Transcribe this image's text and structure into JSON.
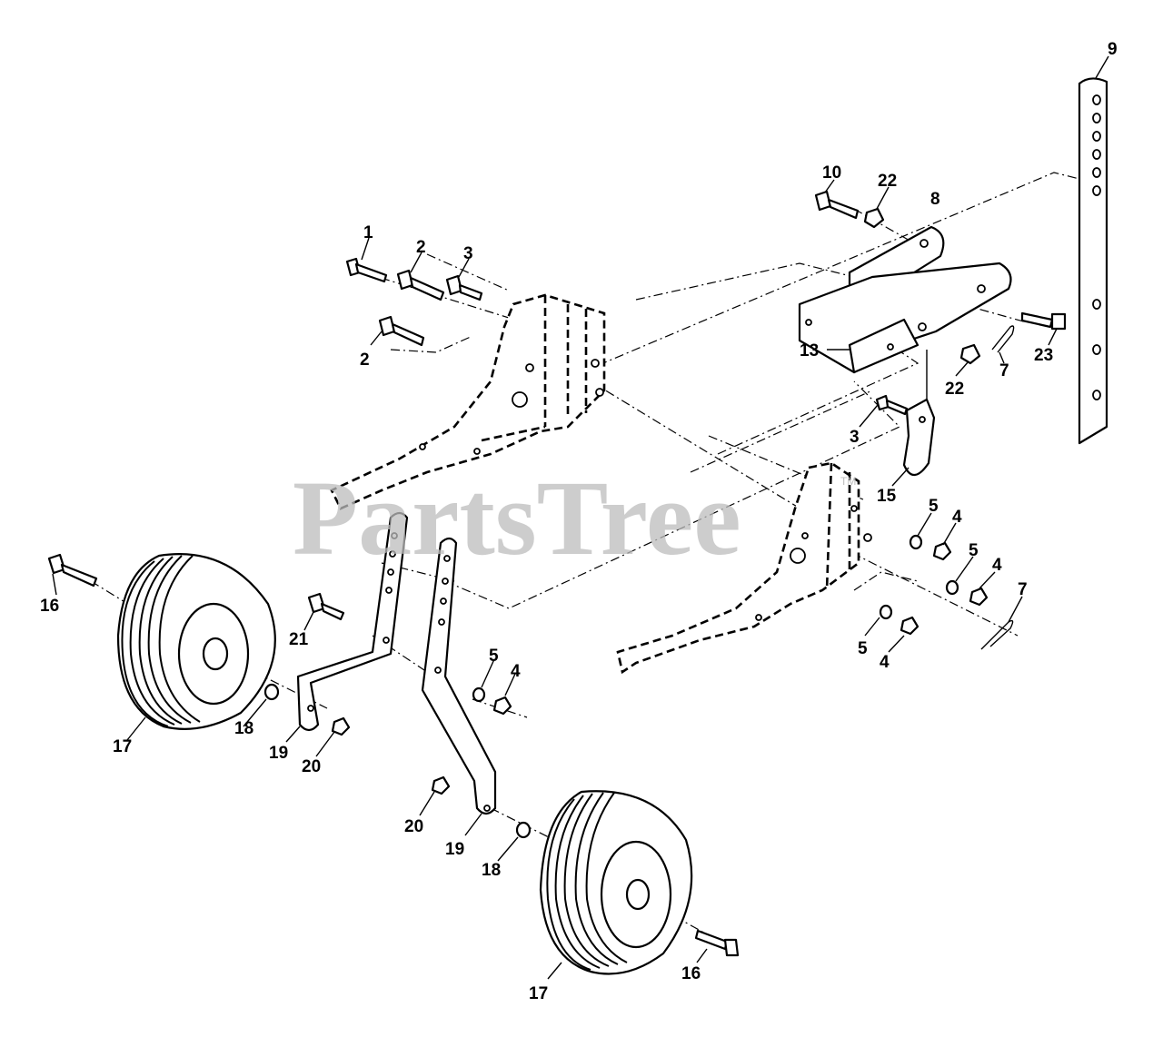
{
  "watermark": {
    "text": "PartsTree",
    "trademark": "TM"
  },
  "callouts": [
    "1",
    "2",
    "3",
    "2",
    "10",
    "22",
    "8",
    "9",
    "13",
    "23",
    "22",
    "7",
    "3",
    "15",
    "5",
    "4",
    "5",
    "4",
    "7",
    "5",
    "4",
    "16",
    "21",
    "5",
    "4",
    "17",
    "18",
    "19",
    "20",
    "20",
    "19",
    "18",
    "17",
    "16"
  ]
}
